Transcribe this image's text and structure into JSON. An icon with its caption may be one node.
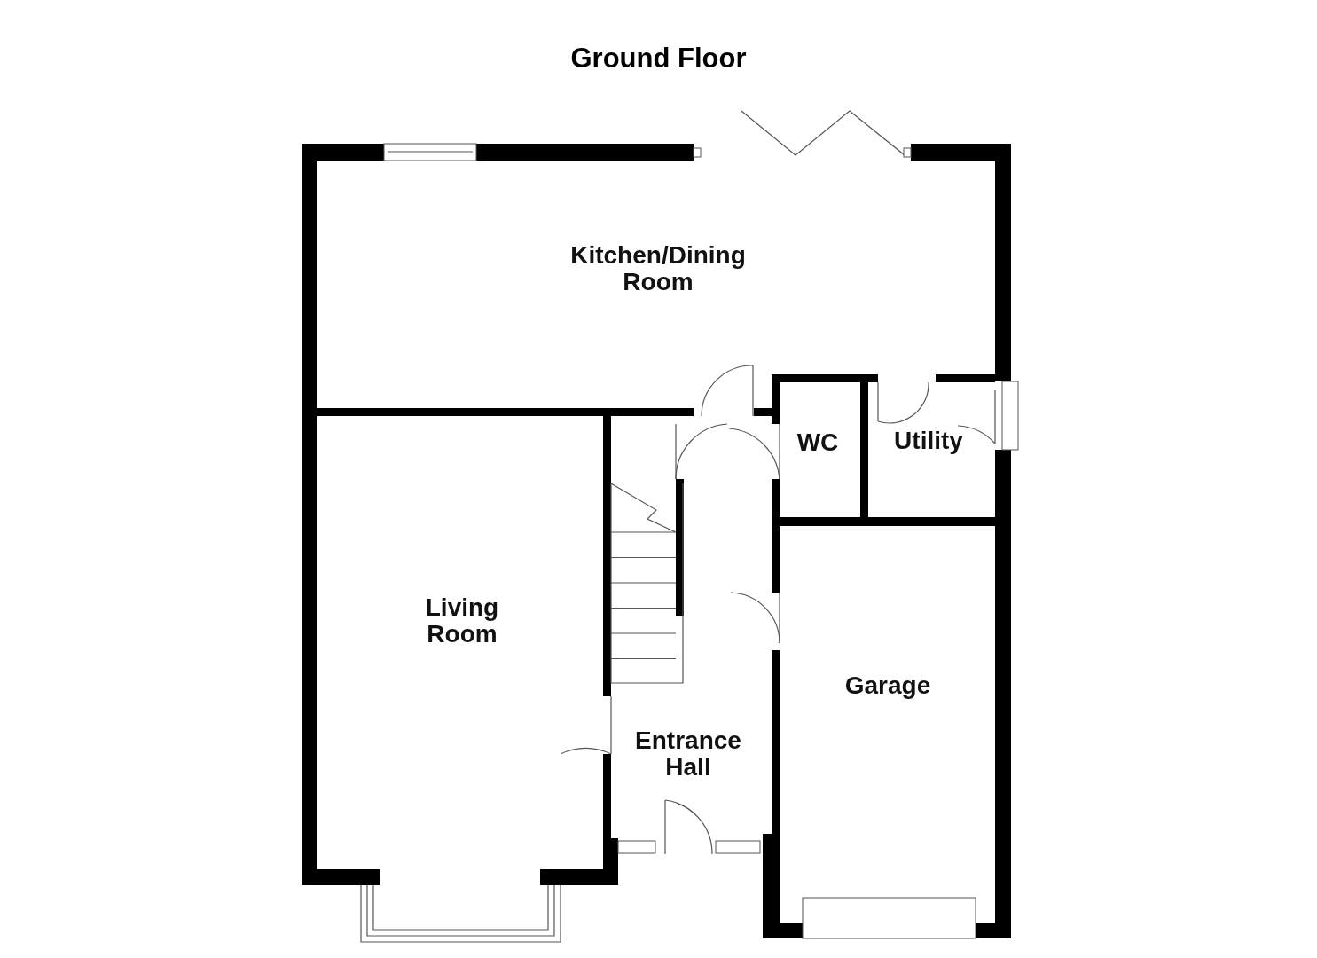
{
  "diagram": {
    "title": "Ground Floor",
    "nodes": [
      {
        "text": [
          "Kitchen/Dining Room"
        ]
      },
      {
        "text": [
          "WC"
        ]
      },
      {
        "text": [
          "Utility"
        ]
      },
      {
        "text": [
          "Living Room"
        ]
      },
      {
        "text": [
          "Entrance Hall"
        ]
      },
      {
        "text": [
          "Garage"
        ]
      }
    ],
    "edges": []
  }
}
